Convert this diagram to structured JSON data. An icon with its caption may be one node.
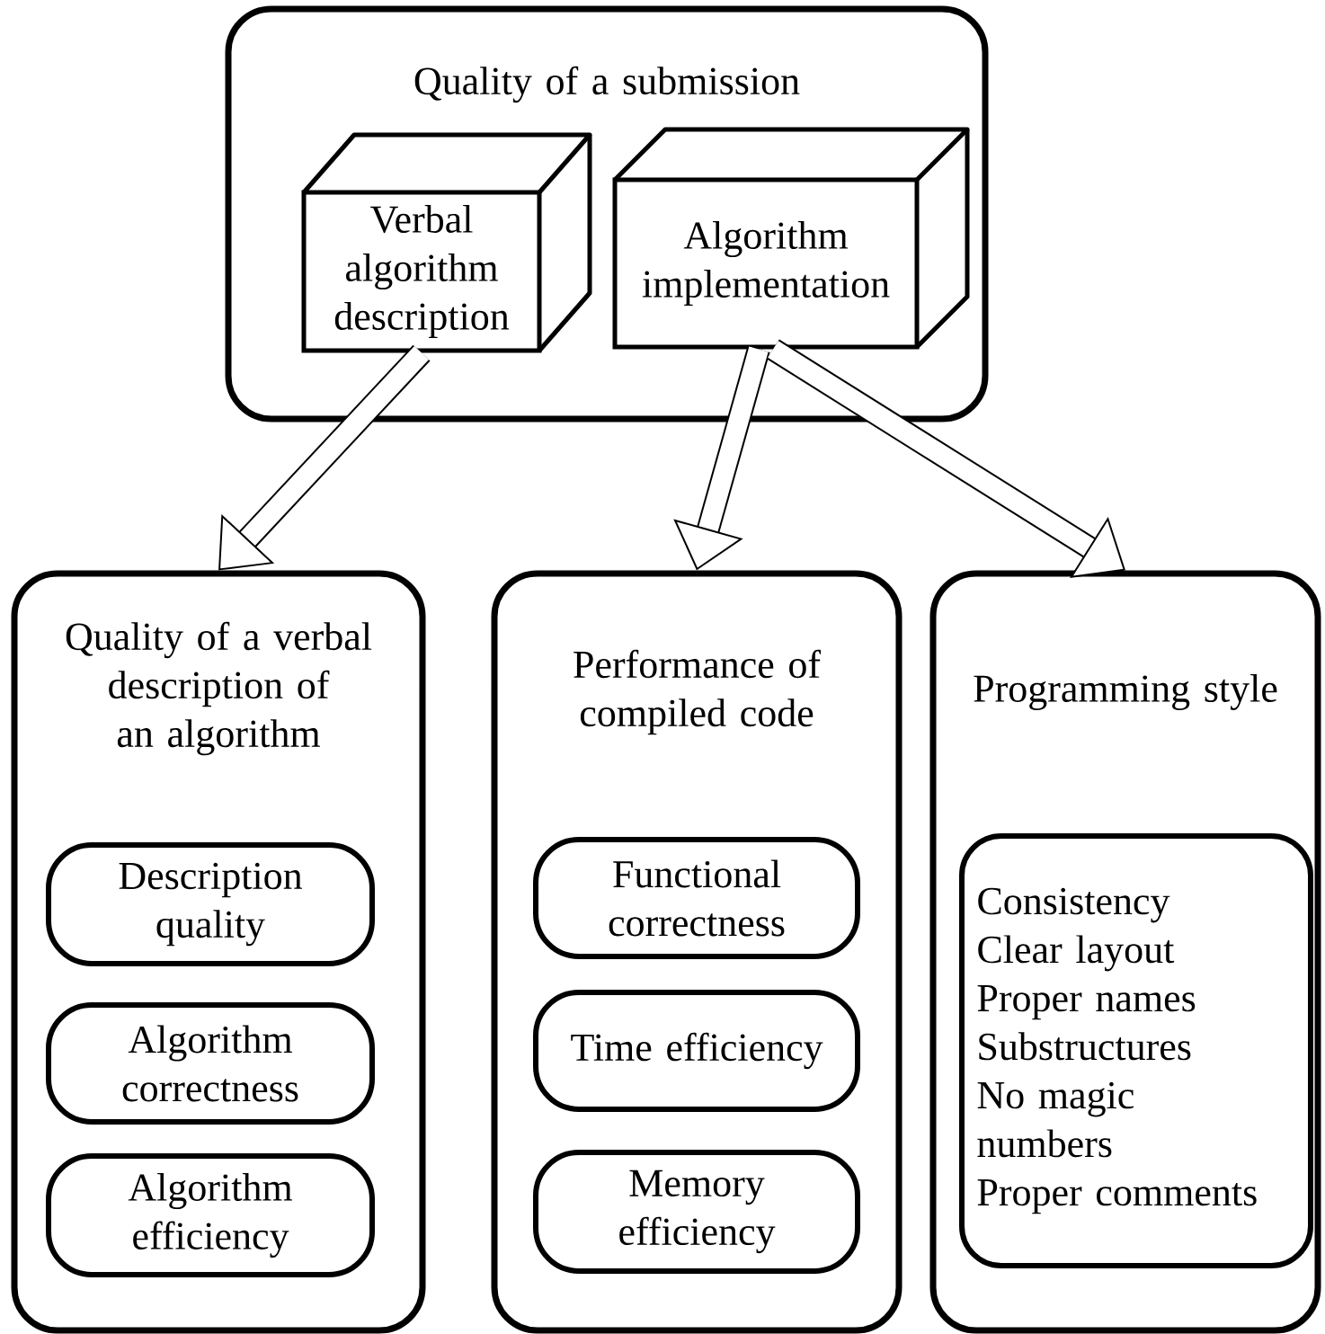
{
  "diagram": {
    "nodes": [
      {
        "text": [
          "Quality of a submission"
        ]
      },
      {
        "text": [
          "Verbal algorithm description"
        ],
        "in": 0
      },
      {
        "text": [
          "Algorithm implementation"
        ],
        "in": 0
      },
      {
        "text": [
          "Quality of a verbal description of an algorithm"
        ]
      },
      {
        "text": [
          "Description quality"
        ],
        "in": 3
      },
      {
        "text": [
          "Algorithm correctness"
        ],
        "in": 3
      },
      {
        "text": [
          "Algorithm efficiency"
        ],
        "in": 3
      },
      {
        "text": [
          "Performance of compiled code"
        ]
      },
      {
        "text": [
          "Functional correctness"
        ],
        "in": 7
      },
      {
        "text": [
          "Time efficiency"
        ],
        "in": 7
      },
      {
        "text": [
          "Memory efficiency"
        ],
        "in": 7
      },
      {
        "text": [
          "Programming style"
        ]
      },
      {
        "text": [
          "Consistency",
          "Clear layout",
          "Proper names",
          "Substructures",
          "No magic numbers",
          "Proper comments"
        ],
        "in": 11
      }
    ],
    "edges": [
      {
        "from": 1,
        "to": 3,
        "arrow": "to"
      },
      {
        "from": 2,
        "to": 7,
        "arrow": "to"
      },
      {
        "from": 2,
        "to": 11,
        "arrow": "to"
      }
    ]
  }
}
